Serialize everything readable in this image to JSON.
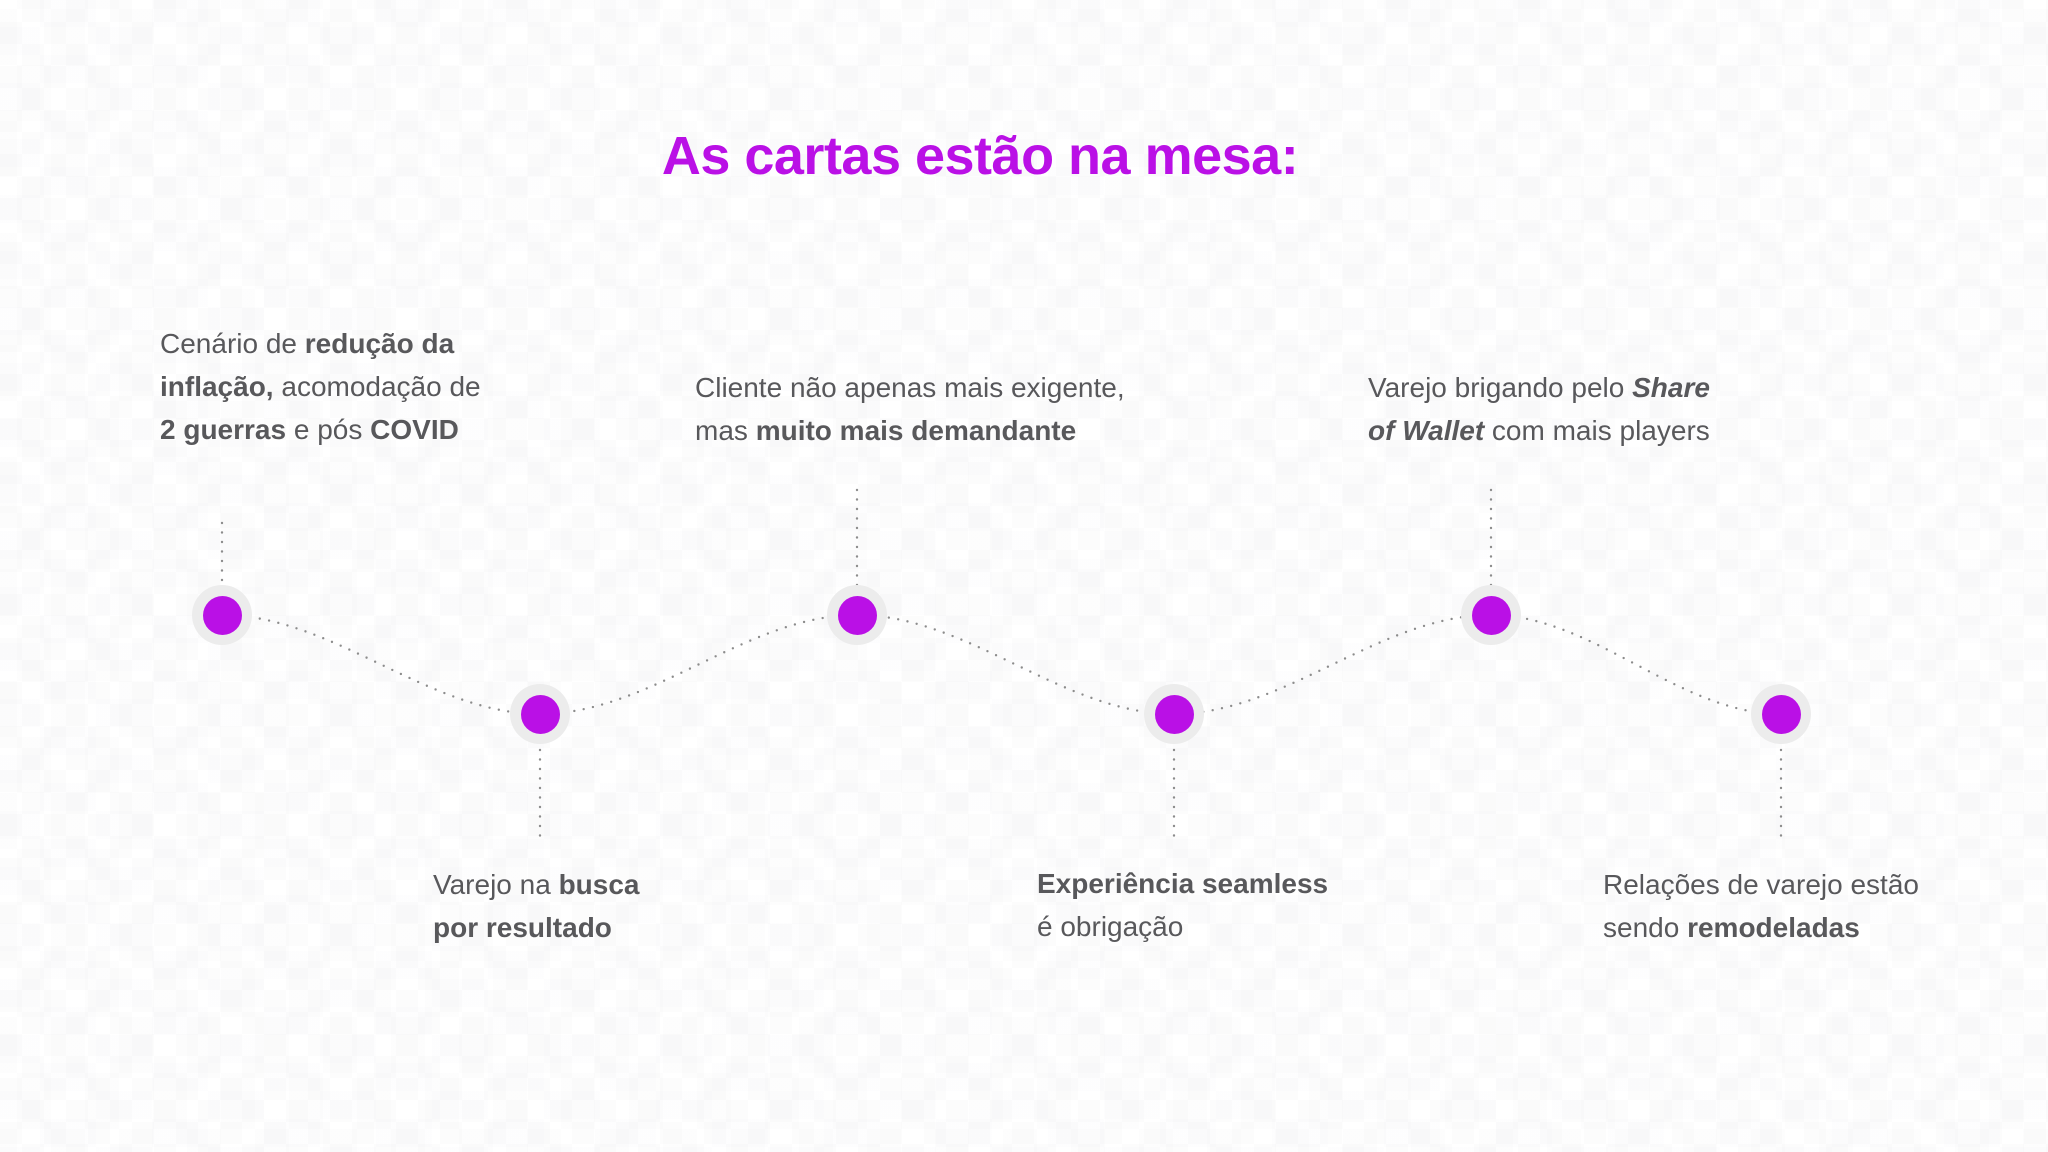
{
  "colors": {
    "accent": "#ba10e6",
    "text": "#58585b",
    "halo": "#ececec",
    "dots": "#8c8c8c",
    "bg": "#ffffff"
  },
  "title": {
    "text": "As cartas estão na mesa:"
  },
  "milestones": [
    {
      "id": 1,
      "position": "top",
      "lines": [
        [
          {
            "t": "Cenário de ",
            "b": false
          },
          {
            "t": "redução da",
            "b": true
          }
        ],
        [
          {
            "t": "inflação,",
            "b": true
          },
          {
            "t": " acomodação de",
            "b": false
          }
        ],
        [
          {
            "t": "2 guerras",
            "b": true
          },
          {
            "t": " e pós ",
            "b": false
          },
          {
            "t": "COVID",
            "b": true
          }
        ]
      ]
    },
    {
      "id": 2,
      "position": "bottom",
      "lines": [
        [
          {
            "t": "Varejo na ",
            "b": false
          },
          {
            "t": "busca",
            "b": true
          }
        ],
        [
          {
            "t": "por resultado",
            "b": true
          }
        ]
      ]
    },
    {
      "id": 3,
      "position": "top",
      "lines": [
        [
          {
            "t": "Cliente não apenas mais exigente,",
            "b": false
          }
        ],
        [
          {
            "t": "mas ",
            "b": false
          },
          {
            "t": "muito mais demandante",
            "b": true
          }
        ]
      ]
    },
    {
      "id": 4,
      "position": "bottom",
      "lines": [
        [
          {
            "t": "Experiência seamless",
            "b": true
          }
        ],
        [
          {
            "t": "é obrigação",
            "b": false
          }
        ]
      ]
    },
    {
      "id": 5,
      "position": "top",
      "lines": [
        [
          {
            "t": "Varejo brigando pelo ",
            "b": false
          },
          {
            "t": "Share",
            "b": true,
            "i": true
          }
        ],
        [
          {
            "t": "of Wallet",
            "b": true,
            "i": true
          },
          {
            "t": " com mais players",
            "b": false
          }
        ]
      ]
    },
    {
      "id": 6,
      "position": "bottom",
      "lines": [
        [
          {
            "t": "Relações de varejo estão",
            "b": false
          }
        ],
        [
          {
            "t": "sendo ",
            "b": false
          },
          {
            "t": "remodeladas",
            "b": true
          }
        ]
      ]
    }
  ]
}
